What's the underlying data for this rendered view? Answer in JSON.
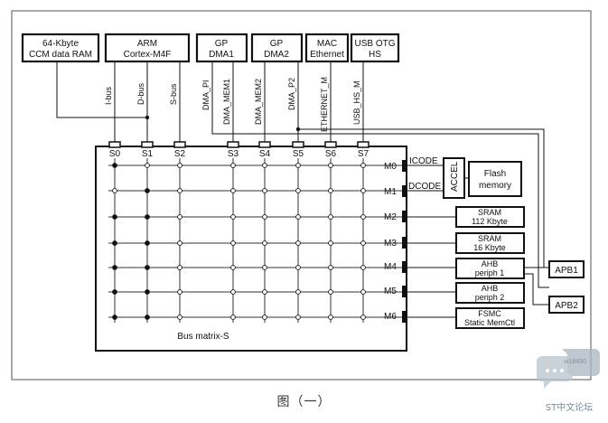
{
  "masters": [
    {
      "id": "ccm",
      "label": "64-Kbyte\nCCM data RAM"
    },
    {
      "id": "arm",
      "label": "ARM\nCortex-M4F"
    },
    {
      "id": "dma1",
      "label": "GP\nDMA1"
    },
    {
      "id": "dma2",
      "label": "GP\nDMA2"
    },
    {
      "id": "mac",
      "label": "MAC\nEthernet"
    },
    {
      "id": "usb",
      "label": "USB OTG\nHS"
    }
  ],
  "buses": [
    "I-bus",
    "D-bus",
    "S-bus",
    "DMA_PI",
    "DMA_MEM1",
    "DMA_MEM2",
    "DMA_P2",
    "ETHERNET_M",
    "USB_HS_M"
  ],
  "slave_ports": [
    "S0",
    "S1",
    "S2",
    "S3",
    "S4",
    "S5",
    "S6",
    "S7"
  ],
  "master_ports": [
    "M0",
    "M1",
    "M2",
    "M3",
    "M4",
    "M5",
    "M6"
  ],
  "code_labels": [
    "ICODE",
    "DCODE"
  ],
  "accel_label": "ACCEL",
  "slaves": [
    {
      "id": "flash",
      "label": "Flash\nmemory"
    },
    {
      "id": "sram112",
      "label": "SRAM\n112 Kbyte"
    },
    {
      "id": "sram16",
      "label": "SRAM\n16 Kbyte"
    },
    {
      "id": "ahb1",
      "label": "AHB\nperiph 1"
    },
    {
      "id": "ahb2",
      "label": "AHB\nperiph 2"
    },
    {
      "id": "fsmc",
      "label": "FSMC\nStatic MemCtl"
    }
  ],
  "bridges": [
    "APB1",
    "APB2"
  ],
  "matrix_label": "Bus matrix-S",
  "figure_id": "ai18490",
  "caption": "图（一）",
  "watermark_text": "ST中文论坛",
  "colors": {
    "line": "#111111",
    "thin": "#333333",
    "frame": "#555555",
    "watermark": "#b9c3cd"
  }
}
